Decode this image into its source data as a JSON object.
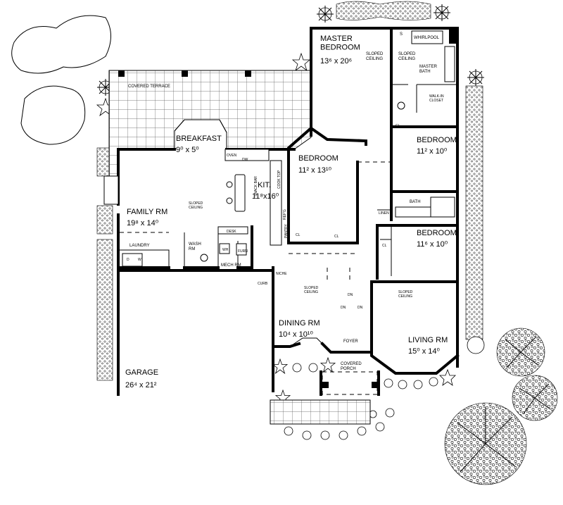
{
  "rooms": {
    "master_bedroom": {
      "name": "MASTER\nBEDROOM",
      "size": "13⁶ x 20⁶"
    },
    "master_bath": {
      "name": "MASTER\nBATH"
    },
    "bedroom_2": {
      "name": "BEDROOM",
      "size": "11² x 13¹⁰"
    },
    "bedroom_3": {
      "name": "BEDROOM",
      "size": "11² x 10⁰"
    },
    "bedroom_4": {
      "name": "BEDROOM",
      "size": "11⁶ x 10⁰"
    },
    "breakfast": {
      "name": "BREAKFAST",
      "size": "9⁰ x 5⁰"
    },
    "kitchen": {
      "name": "KIT.",
      "size": "11⁸x16⁰"
    },
    "family": {
      "name": "FAMILY RM",
      "size": "19⁸ x 14⁰"
    },
    "dining": {
      "name": "DINING RM",
      "size": "10⁴ x 10¹⁰"
    },
    "living": {
      "name": "LIVING RM",
      "size": "15⁰ x 14⁰"
    },
    "garage": {
      "name": "GARAGE",
      "size": "26⁴ x 21²"
    },
    "foyer": {
      "name": "FOYER"
    },
    "covered_porch": {
      "name": "COVERED\nPORCH"
    },
    "covered_terrace": {
      "name": "COVERED TERRACE"
    },
    "laundry": {
      "name": "LAUNDRY"
    },
    "wash_rm": {
      "name": "WASH\nRM"
    },
    "mech_rm": {
      "name": "MECH RM"
    },
    "bath": {
      "name": "BATH"
    }
  },
  "labels": {
    "sloped_ceiling": "SLOPED\nCEILING",
    "whirlpool": "WHIRLPOOL",
    "walk_in_closet": "WALK-IN\nCLOSET",
    "closet": "CL",
    "linen": "LINEN",
    "pantry": "PANTRY",
    "niche": "NICHE",
    "curb": "CURB",
    "desk": "DESK",
    "oven": "OVEN",
    "dw": "DW",
    "snack_bar": "SNACK BAR",
    "cook_top": "COOK TOP",
    "refrig": "REF'G",
    "wh": "WH",
    "furn": "FURN",
    "washer": "W",
    "dryer": "D",
    "shower": "S",
    "down": "DN"
  }
}
